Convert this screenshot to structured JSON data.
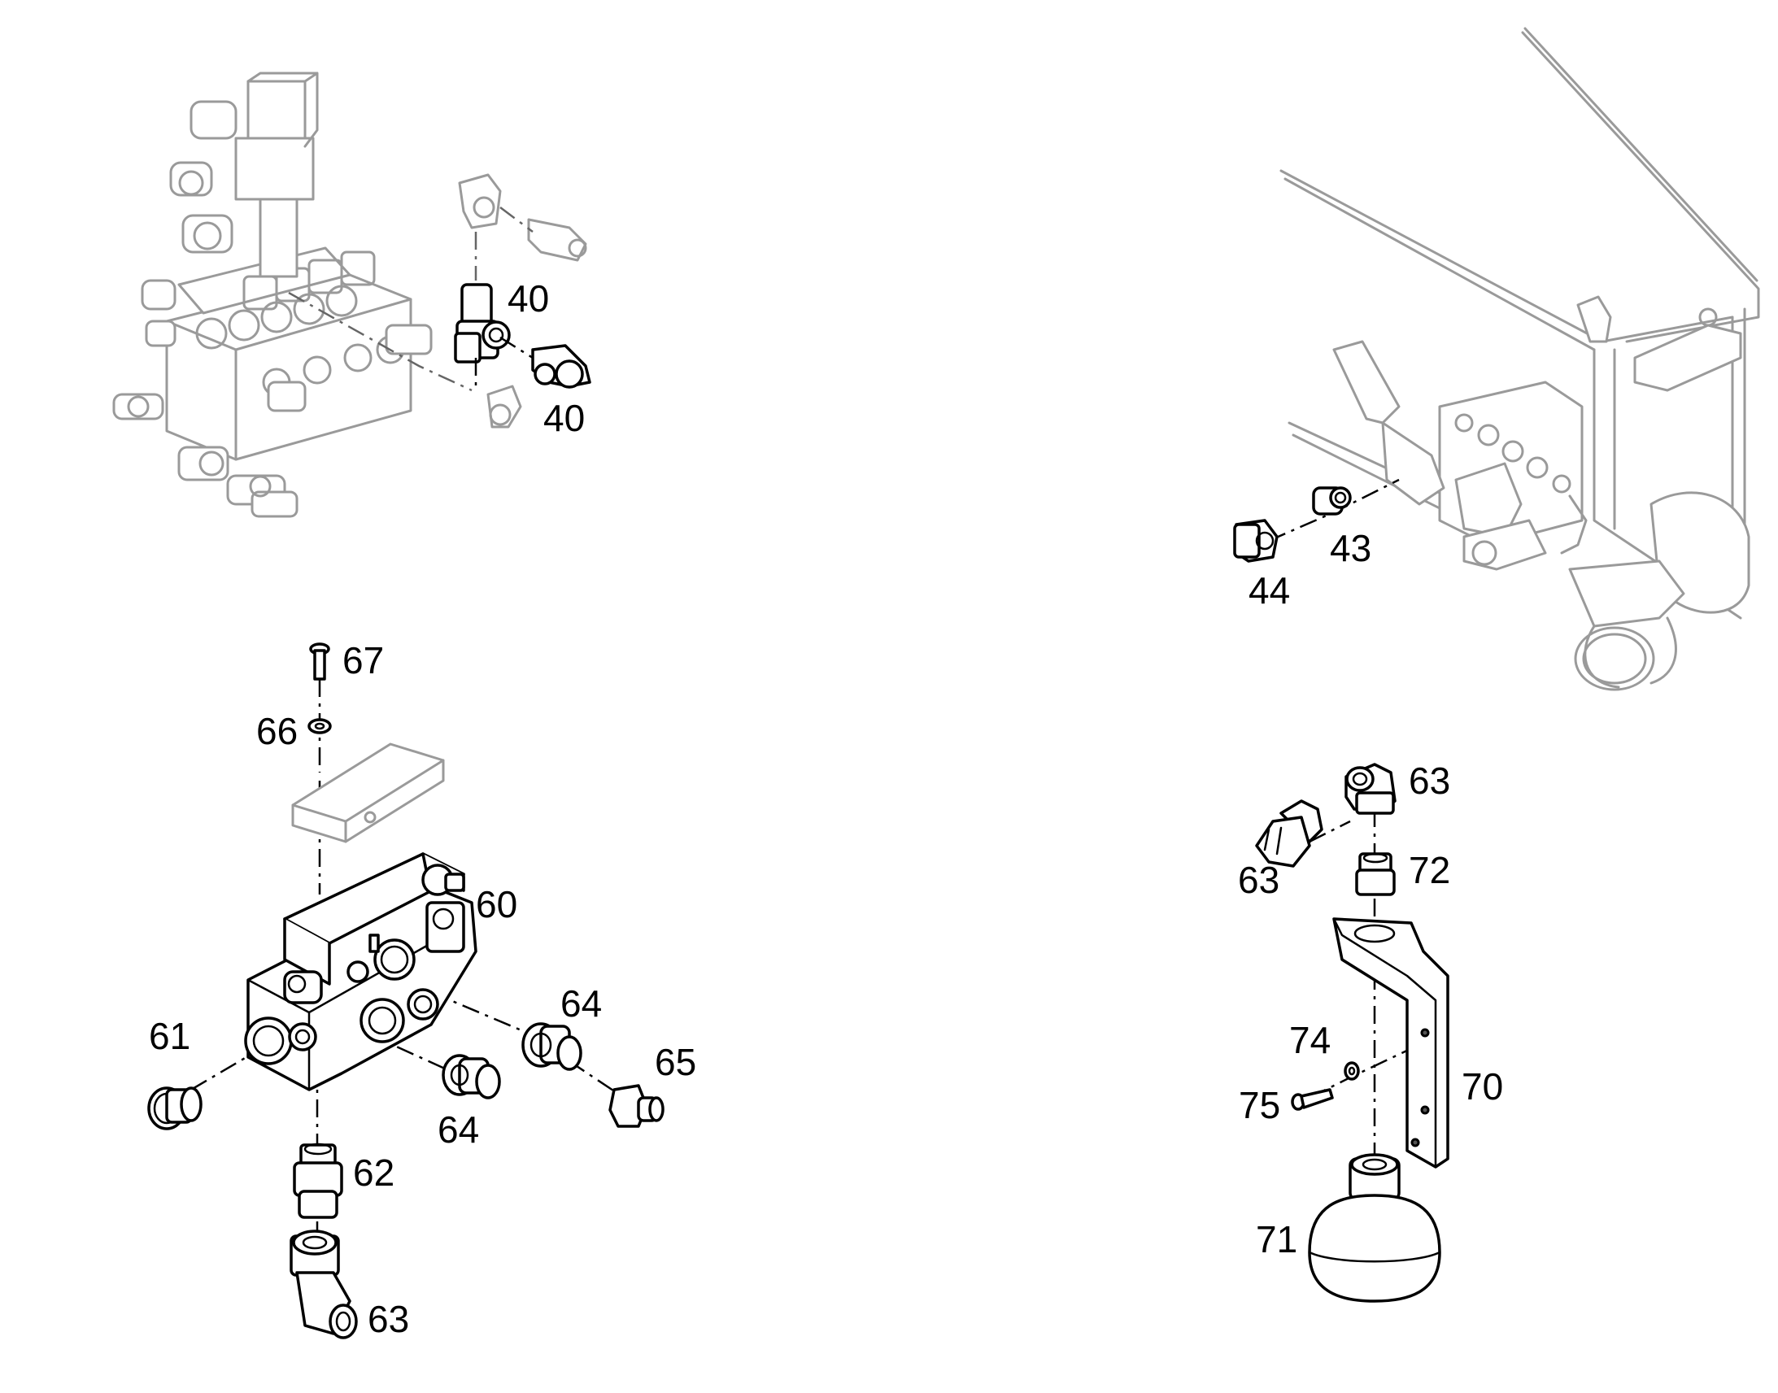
{
  "callouts": {
    "c40a": "40",
    "c40b": "40",
    "c43": "43",
    "c44": "44",
    "c60": "60",
    "c61": "61",
    "c62": "62",
    "c63a": "63",
    "c63b": "63",
    "c63c": "63",
    "c64a": "64",
    "c64b": "64",
    "c65": "65",
    "c66": "66",
    "c67": "67",
    "c70": "70",
    "c71": "71",
    "c72": "72",
    "c74": "74",
    "c75": "75"
  }
}
